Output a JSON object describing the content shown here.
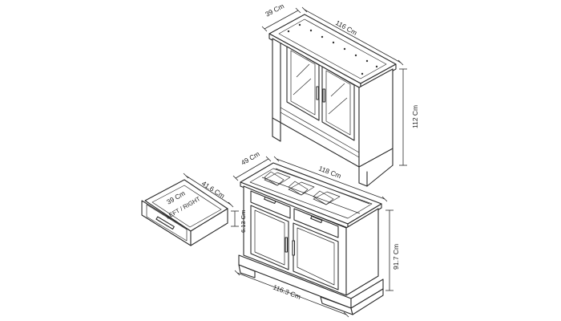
{
  "dimensions": {
    "hutch_depth": "39 Cm",
    "hutch_width": "116 Cm",
    "hutch_height": "112 Cm",
    "base_depth": "49 Cm",
    "base_width": "118 Cm",
    "base_height": "91.7 Cm",
    "base_plinth_width": "116.3 Cm",
    "drawer_width": "41.6 Cm",
    "drawer_depth": "39 Cm",
    "drawer_height": "6.13 Cm",
    "drawer_note": "LEFT / RIGHT"
  }
}
